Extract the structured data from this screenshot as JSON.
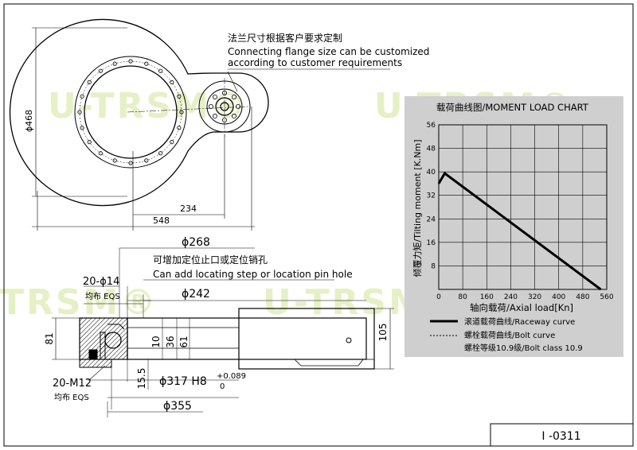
{
  "watermarks": [
    "U-TRSM®",
    "TRSM®",
    "U-TRSM®"
  ],
  "top_view": {
    "flange_note_cn": "法兰尺寸根据客户要求定制",
    "flange_note_en_1": "Connecting flange size can be customized",
    "flange_note_en_2": "according to customer requirements",
    "dim_diameter": "ϕ468",
    "dim_width": "548",
    "dim_offset": "234"
  },
  "section_view": {
    "dim_268": "ϕ268",
    "note_cn": "可增加定位止口或定位销孔",
    "note_en": "Can add locating step or location pin hole",
    "holes_top": "20-ϕ14",
    "holes_top_eqs": "均布 EQS",
    "dim_242": "ϕ242",
    "dim_81": "81",
    "dim_10": "10",
    "dim_36": "36",
    "dim_61": "61",
    "dim_105": "105",
    "dim_15_5": "15.5",
    "dim_317": "ϕ317 H8",
    "tol_upper": "+0.089",
    "tol_lower": "0",
    "holes_bottom": "20-M12",
    "holes_bottom_eqs": "均布 EQS",
    "dim_355": "ϕ355"
  },
  "drawing_number": "I -0311",
  "chart_data": {
    "type": "line",
    "title": "载荷曲线图/MOMENT LOAD CHART",
    "xlabel": "轴向载荷/Axial load[Kn]",
    "ylabel": "倾覆力矩/Tilting moment [K.Nm]",
    "xlim": [
      0,
      560
    ],
    "ylim": [
      0,
      56
    ],
    "x_ticks": [
      0,
      80,
      160,
      240,
      320,
      400,
      480,
      560
    ],
    "y_ticks": [
      8,
      16,
      24,
      32,
      40,
      48,
      56
    ],
    "grid": true,
    "series": [
      {
        "name": "滚道载荷曲线/Raceway curve",
        "x": [
          0,
          20,
          540
        ],
        "y": [
          36,
          39.5,
          0
        ]
      }
    ],
    "legend": [
      {
        "label": "滚道载荷曲线/Raceway curve",
        "style": "solid"
      },
      {
        "label": "螺栓载荷曲线/Bolt curve",
        "style": "dashed"
      },
      {
        "label": "螺栓等级10.9级/Bolt class 10.9",
        "style": "none"
      }
    ],
    "colors": {
      "background": "#cfcfcf",
      "line": "#000000"
    }
  }
}
